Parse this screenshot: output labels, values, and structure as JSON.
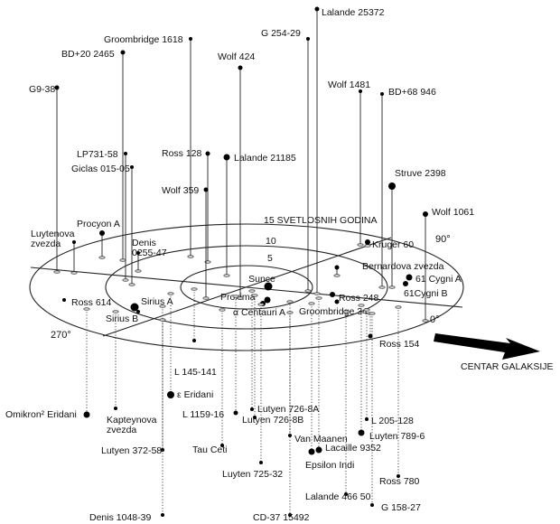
{
  "diagram": {
    "ring_labels": {
      "outer": "15 SVETLOSNIH GODINA",
      "middle": "10",
      "inner": "5"
    },
    "angle_labels": {
      "a90": "90°",
      "a0": "0°",
      "a270": "270°"
    },
    "galactic_center": "CENTAR GALAKSIJE",
    "stars": [
      {
        "id": "sunce",
        "label": "Sunce"
      },
      {
        "id": "proxima",
        "label": "Proxima"
      },
      {
        "id": "alpha-centauri",
        "label": "α Centauri A"
      },
      {
        "id": "lalande-25372",
        "label": "Lalande 25372"
      },
      {
        "id": "g-254-29",
        "label": "G 254-29"
      },
      {
        "id": "groombridge-1618",
        "label": "Groombridge 1618"
      },
      {
        "id": "bd20-2465",
        "label": "BD+20 2465"
      },
      {
        "id": "wolf-424",
        "label": "Wolf 424"
      },
      {
        "id": "g9-38",
        "label": "G9-38"
      },
      {
        "id": "wolf-1481",
        "label": "Wolf 1481"
      },
      {
        "id": "bd68-946",
        "label": "BD+68 946"
      },
      {
        "id": "lp731-58",
        "label": "LP731-58"
      },
      {
        "id": "giclas",
        "label": "Giclas 015-05"
      },
      {
        "id": "ross-128",
        "label": "Ross 128"
      },
      {
        "id": "lalande-21185",
        "label": "Lalande 21185"
      },
      {
        "id": "struve-2398",
        "label": "Struve 2398"
      },
      {
        "id": "wolf-359",
        "label": "Wolf 359"
      },
      {
        "id": "wolf-1061",
        "label": "Wolf 1061"
      },
      {
        "id": "luytenova",
        "label": "Luytenova\nzvezda"
      },
      {
        "id": "procyon",
        "label": "Procyon A"
      },
      {
        "id": "denis-0255",
        "label": "Denis\n0255-47"
      },
      {
        "id": "kruger-60",
        "label": "Kruger 60"
      },
      {
        "id": "bernardova",
        "label": "Bernardova zvezda"
      },
      {
        "id": "61-cygni-a",
        "label": "61 Cygni A"
      },
      {
        "id": "61-cygni-b",
        "label": "61Cygni B"
      },
      {
        "id": "ross-614",
        "label": "Ross 614"
      },
      {
        "id": "sirius-a",
        "label": "Sirius A"
      },
      {
        "id": "sirius-b",
        "label": "Sirius B"
      },
      {
        "id": "ross-248",
        "label": "Ross 248"
      },
      {
        "id": "groombridge-34",
        "label": "Groombridge 34"
      },
      {
        "id": "ross-154",
        "label": "Ross 154"
      },
      {
        "id": "l145-141",
        "label": "L 145-141"
      },
      {
        "id": "eps-eridani",
        "label": "ε Eridani"
      },
      {
        "id": "omikron2-eridani",
        "label": "Omikron² Eridani"
      },
      {
        "id": "l1159-16",
        "label": "L 1159-16"
      },
      {
        "id": "lutyen-726-8a",
        "label": "Lutyen 726-8A"
      },
      {
        "id": "lutyen-726-8b",
        "label": "Lutyen 726-8B"
      },
      {
        "id": "kapteynova",
        "label": "Kapteynova\nzvezda"
      },
      {
        "id": "van-maanen",
        "label": "Van Maanen"
      },
      {
        "id": "l205-128",
        "label": "L 205-128"
      },
      {
        "id": "luyten-789-6",
        "label": "Luyten 789-6"
      },
      {
        "id": "lacaille-9352",
        "label": "Lacaille 9352"
      },
      {
        "id": "tau-ceti",
        "label": "Tau Ceti"
      },
      {
        "id": "epsilon-indi",
        "label": "Epsilon Indi"
      },
      {
        "id": "lutyen-372-58",
        "label": "Lutyen 372-58"
      },
      {
        "id": "luyten-725-32",
        "label": "Luyten 725-32"
      },
      {
        "id": "ross-780",
        "label": "Ross 780"
      },
      {
        "id": "lalande-46650",
        "label": "Lalande 466 50"
      },
      {
        "id": "g158-27",
        "label": "G 158-27"
      },
      {
        "id": "denis-1048",
        "label": "Denis 1048-39"
      },
      {
        "id": "cd37-15492",
        "label": "CD-37 15492"
      }
    ]
  }
}
